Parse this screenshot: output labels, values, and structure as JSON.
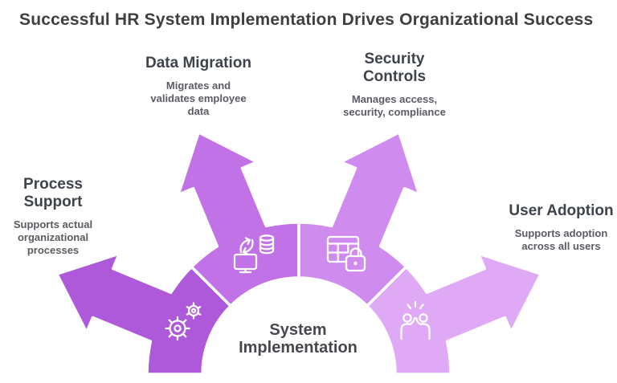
{
  "title": "Successful HR System Implementation Drives Organizational Success",
  "center": {
    "label": "System Implementation"
  },
  "segments": [
    {
      "id": "process-support",
      "label": "Process Support",
      "description": "Supports actual organizational processes",
      "color": "#ae58da",
      "icon": "gears-icon"
    },
    {
      "id": "data-migration",
      "label": "Data Migration",
      "description": "Migrates and validates employee data",
      "color": "#c172e6",
      "icon": "monitor-sync-database-icon"
    },
    {
      "id": "security-controls",
      "label": "Security Controls",
      "description": "Manages access, security, compliance",
      "color": "#cf8cee",
      "icon": "table-lock-icon"
    },
    {
      "id": "user-adoption",
      "label": "User Adoption",
      "description": "Supports adoption across all users",
      "color": "#dfa9f5",
      "icon": "high-five-icon"
    }
  ],
  "colors": {
    "outline": "#ffffff",
    "title_text": "#3f3f42",
    "heading_text": "#3e434b",
    "body_text": "#5a5c63"
  }
}
